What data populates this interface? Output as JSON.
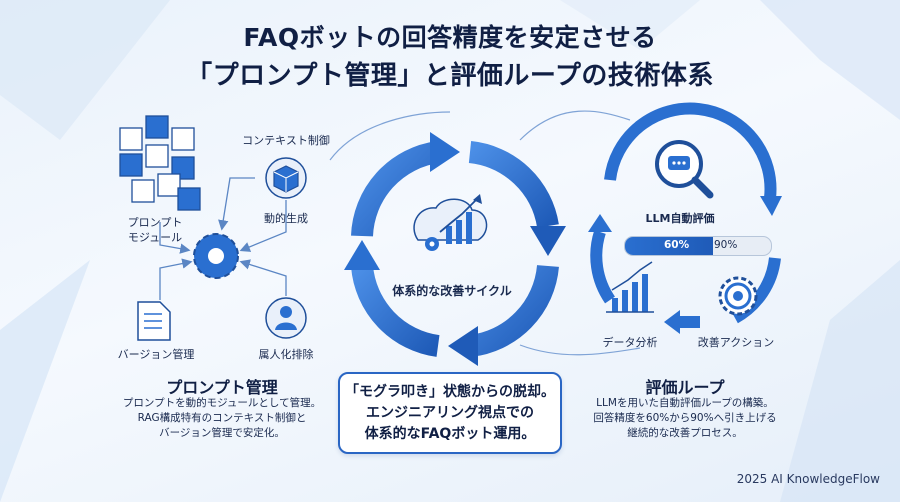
{
  "title": {
    "line1": "FAQボットの回答精度を安定させる",
    "line2": "「プロンプト管理」と評価ループの技術体系"
  },
  "left": {
    "module_label_1": "プロンプト",
    "module_label_2": "モジュール",
    "context_label": "コンテキスト制御",
    "dynamic_label": "動的生成",
    "version_label": "バージョン管理",
    "person_label": "属人化排除",
    "section_title": "プロンプト管理",
    "desc_1": "プロンプトを動的モジュールとして管理。",
    "desc_2": "RAG構成特有のコンテキスト制御と",
    "desc_3": "バージョン管理で安定化。"
  },
  "center": {
    "cycle_label": "体系的な改善サイクル",
    "callout_1": "「モグラ叩き」状態からの脱却。",
    "callout_2": "エンジニアリング視点での",
    "callout_3": "体系的なFAQボット運用。"
  },
  "right": {
    "llm_label": "LLM自動評価",
    "progress_from": "60%",
    "progress_to": "90%",
    "progress_fraction": 0.6,
    "data_label": "データ分析",
    "action_label": "改善アクション",
    "section_title": "評価ループ",
    "desc_1": "LLMを用いた自動評価ループの構築。",
    "desc_2": "回答精度を60%から90%へ引き上げる",
    "desc_3": "継続的な改善プロセス。"
  },
  "footer": "2025 AI KnowledgeFlow",
  "colors": {
    "primary": "#2a6fd0",
    "dark": "#1f4f9a",
    "navy": "#101f44",
    "light": "#cfe0f5"
  }
}
